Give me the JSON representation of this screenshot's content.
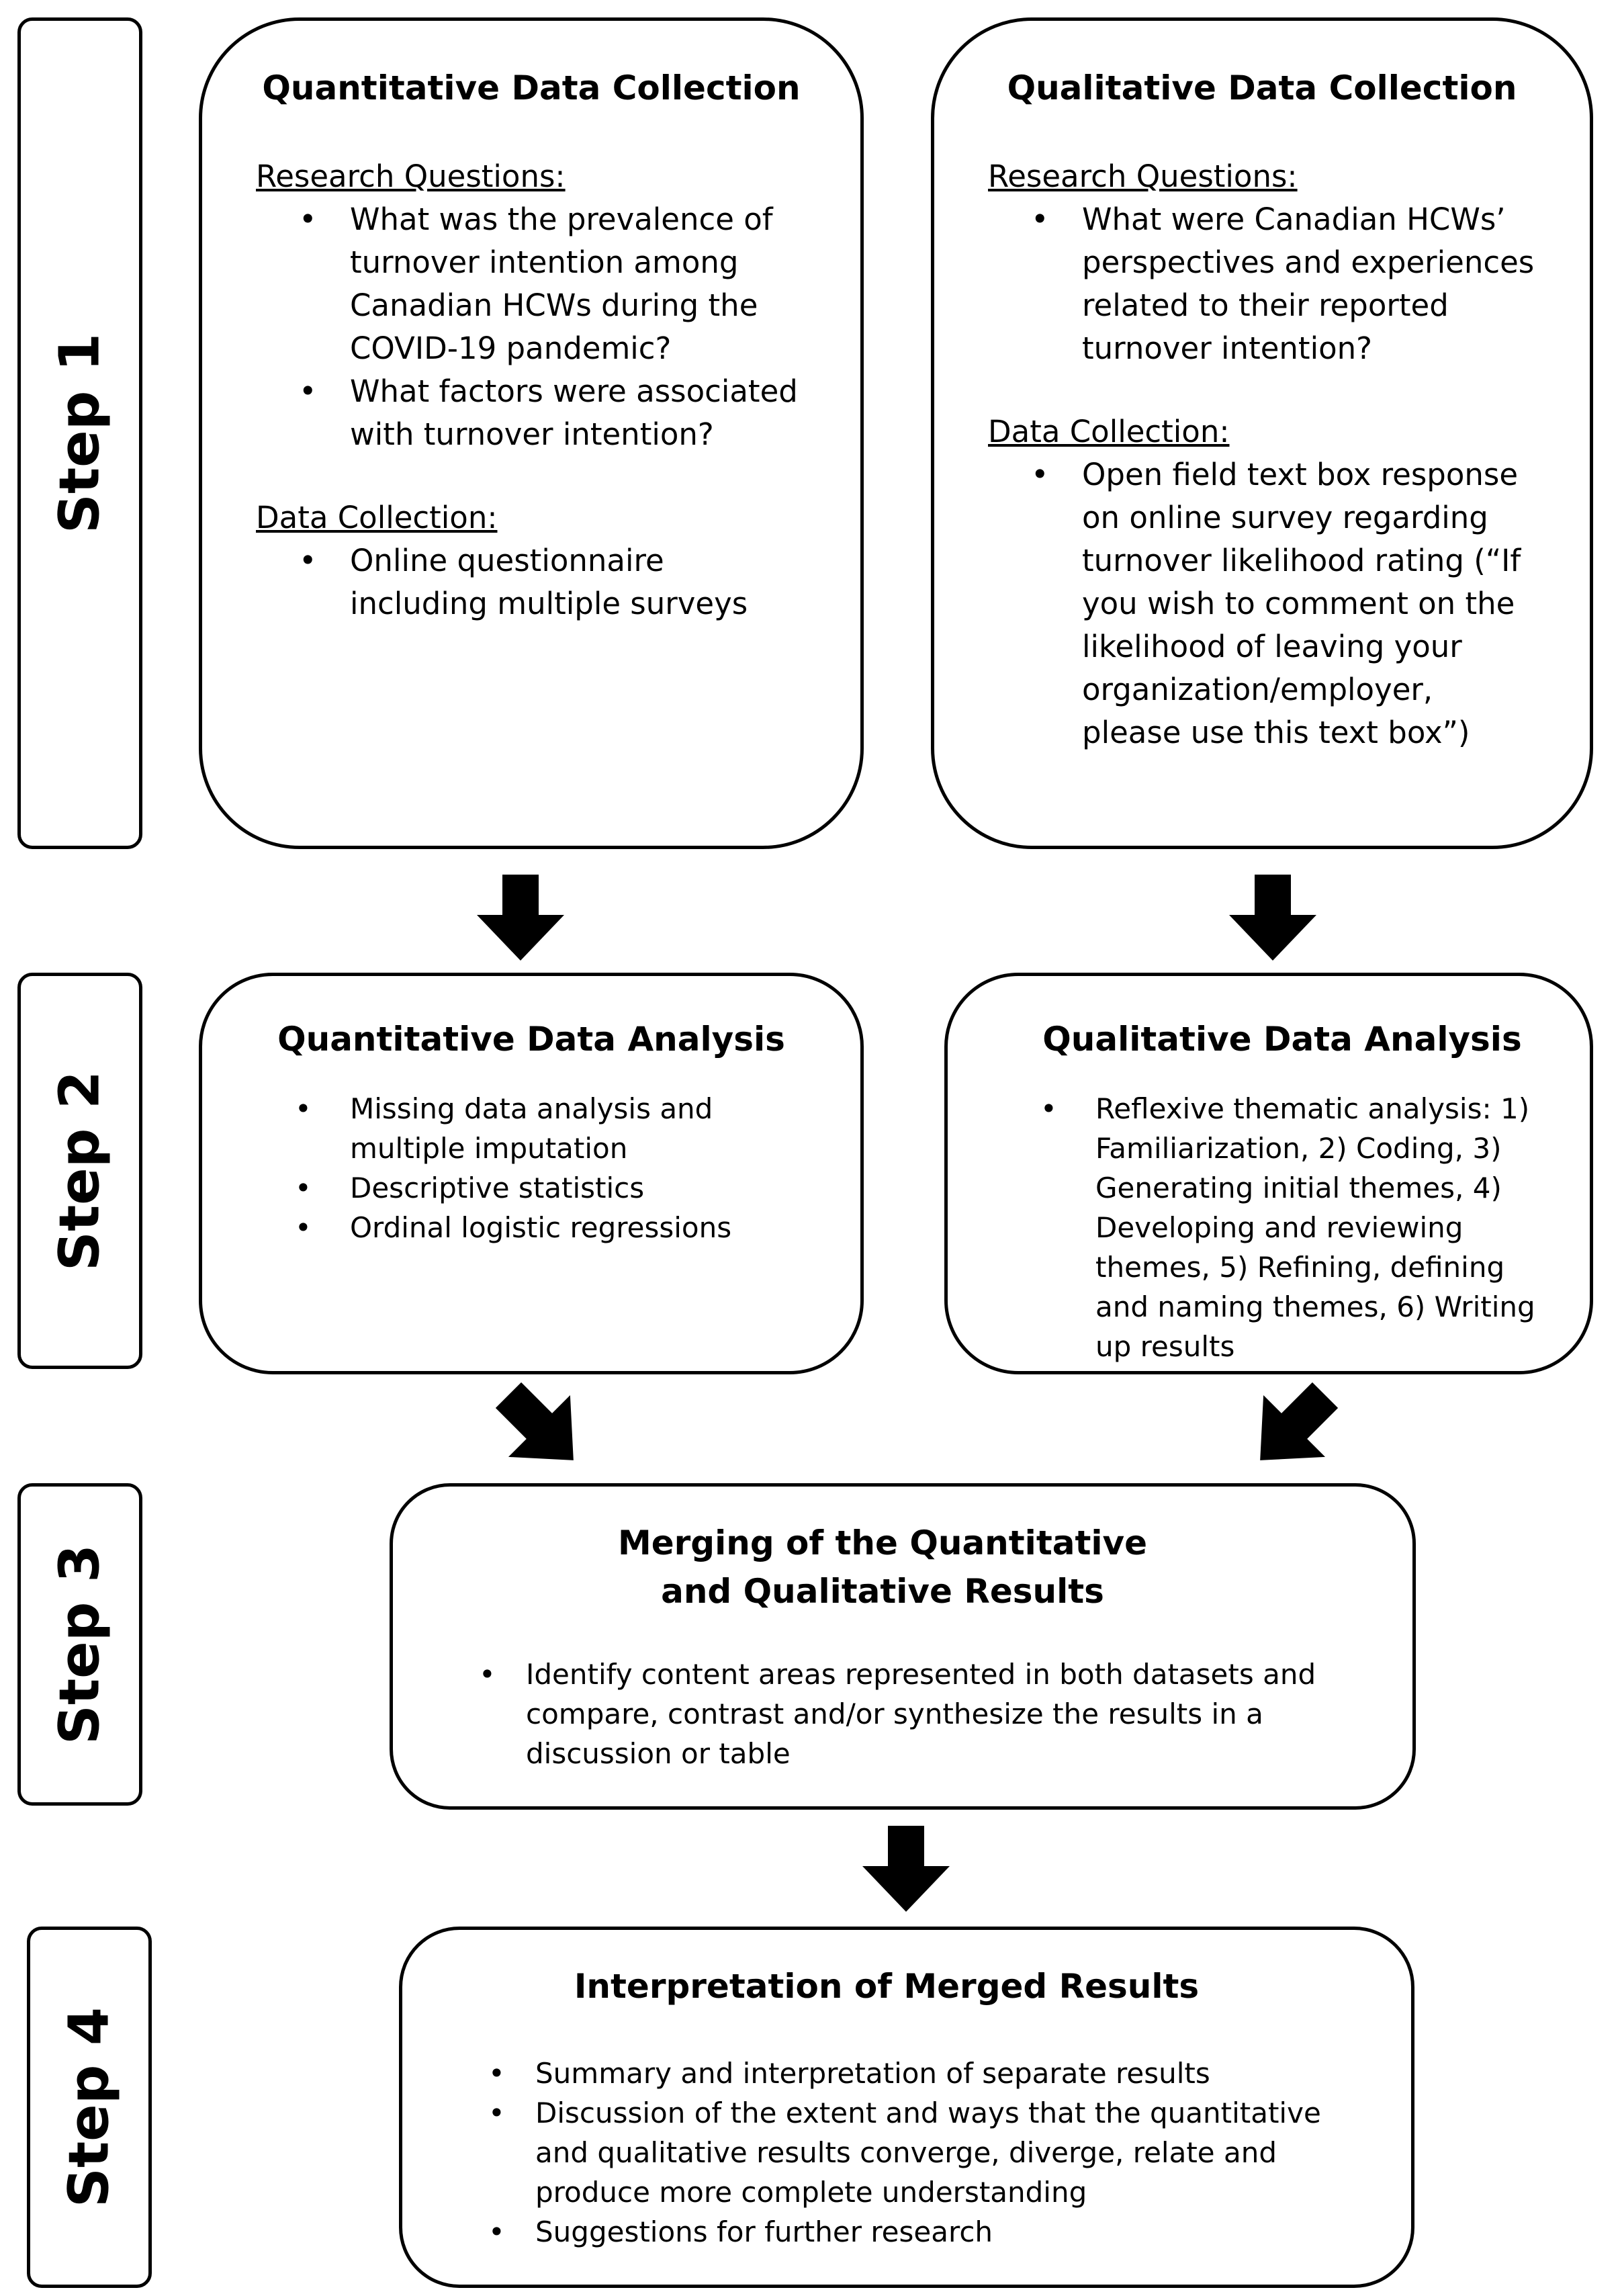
{
  "steps": [
    "Step 1",
    "Step 2",
    "Step 3",
    "Step 4"
  ],
  "quant_collection": {
    "title": "Quantitative Data Collection",
    "rq_heading": "Research Questions:",
    "rq_items": [
      "What was the prevalence of turnover intention among Canadian HCWs during the COVID-19 pandemic?",
      "What factors were associated with turnover intention?"
    ],
    "dc_heading": "Data Collection:",
    "dc_items": [
      "Online questionnaire including multiple surveys"
    ]
  },
  "qual_collection": {
    "title": "Qualitative Data Collection",
    "rq_heading": "Research Questions:",
    "rq_items": [
      "What were Canadian HCWs’ perspectives and experiences related to their reported turnover intention?"
    ],
    "dc_heading": "Data Collection:",
    "dc_items": [
      "Open field text box response on online survey regarding turnover likelihood rating (“If you wish to comment on the likelihood of leaving your organization/employer, please use this text box”)"
    ]
  },
  "quant_analysis": {
    "title": "Quantitative Data Analysis",
    "items": [
      "Missing data analysis and multiple imputation",
      "Descriptive statistics",
      "Ordinal logistic regressions"
    ]
  },
  "qual_analysis": {
    "title": "Qualitative Data Analysis",
    "items": [
      "Reflexive thematic analysis: 1) Familiarization, 2) Coding, 3) Generating initial themes, 4) Developing and reviewing themes, 5) Refining, defining and naming themes, 6) Writing up results"
    ]
  },
  "merging": {
    "title_line1": "Merging of the Quantitative",
    "title_line2": "and Qualitative Results",
    "items": [
      "Identify content areas represented in both datasets and compare, contrast and/or synthesize the results in a discussion or table"
    ]
  },
  "interpretation": {
    "title": "Interpretation of Merged Results",
    "items": [
      "Summary and interpretation of separate results",
      "Discussion of the extent and ways that the quantitative and qualitative results converge, diverge, relate and produce more complete understanding",
      "Suggestions for further research"
    ]
  }
}
